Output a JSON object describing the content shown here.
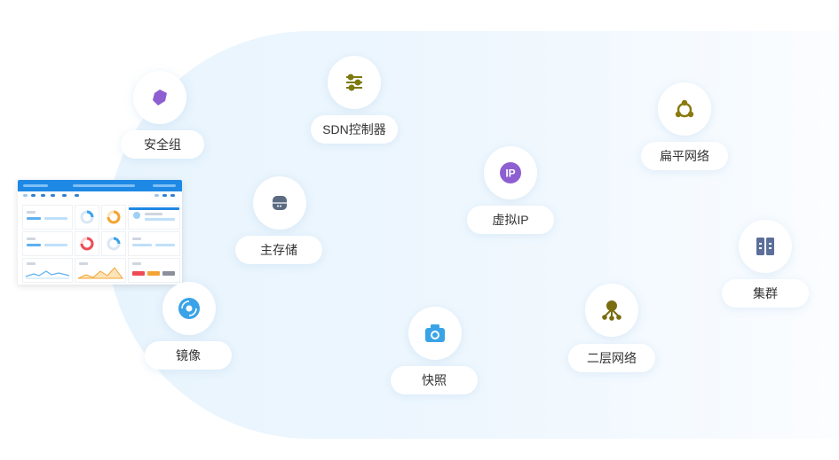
{
  "features": [
    {
      "id": "security-group",
      "label": "安全组",
      "icon": "shield-tag-icon",
      "color": "#8e5fd1"
    },
    {
      "id": "sdn-controller",
      "label": "SDN控制器",
      "icon": "sliders-icon",
      "color": "#7d7a10"
    },
    {
      "id": "flat-network",
      "label": "扁平网络",
      "icon": "network-ring-icon",
      "color": "#8a7a10"
    },
    {
      "id": "virtual-ip",
      "label": "虚拟IP",
      "icon": "ip-badge-icon",
      "color": "#8e5fd1",
      "icon_text": "IP"
    },
    {
      "id": "primary-storage",
      "label": "主存储",
      "icon": "storage-drum-icon",
      "color": "#5a6b82"
    },
    {
      "id": "cluster",
      "label": "集群",
      "icon": "server-rack-icon",
      "color": "#5b6f9a"
    },
    {
      "id": "image",
      "label": "镜像",
      "icon": "disc-icon",
      "color": "#3aa3e8"
    },
    {
      "id": "snapshot",
      "label": "快照",
      "icon": "camera-icon",
      "color": "#3aa3e8"
    },
    {
      "id": "l2-network",
      "label": "二层网络",
      "icon": "tree-network-icon",
      "color": "#7a6d10"
    }
  ]
}
